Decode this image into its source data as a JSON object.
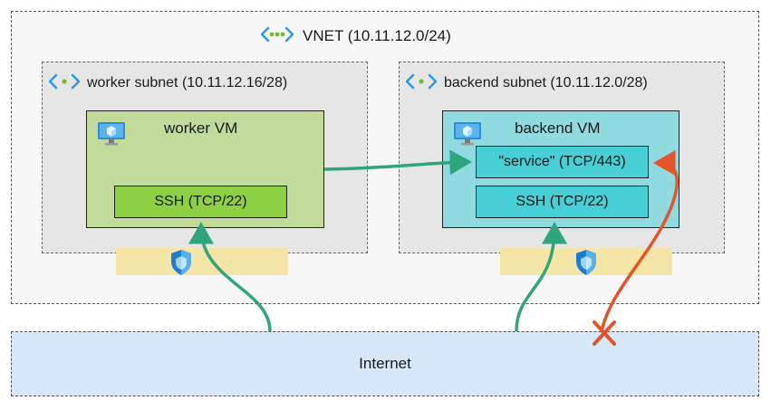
{
  "vnet": {
    "label": "VNET (10.11.12.0/24)",
    "icon": "vnet-icon"
  },
  "subnets": [
    {
      "label": "worker subnet (10.11.12.16/28)",
      "icon": "subnet-icon"
    },
    {
      "label": "backend subnet (10.11.12.0/28)",
      "icon": "subnet-icon"
    }
  ],
  "vms": [
    {
      "label": "worker VM",
      "icon": "vm-icon",
      "ports": [
        "SSH (TCP/22)"
      ]
    },
    {
      "label": "backend VM",
      "icon": "vm-icon",
      "ports": [
        "\"service\" (TCP/443)",
        "SSH (TCP/22)"
      ]
    }
  ],
  "internet": {
    "label": "Internet"
  },
  "nsg": {
    "icon": "shield-icon"
  },
  "colors": {
    "allowed_flow": "#2ea57c",
    "blocked_flow": "#e5532a",
    "worker_vm_fill": "#c2db9a",
    "backend_vm_fill": "#8fdbe0",
    "nsg_band": "#f5e6a8",
    "internet_fill": "#d6e8f9"
  }
}
